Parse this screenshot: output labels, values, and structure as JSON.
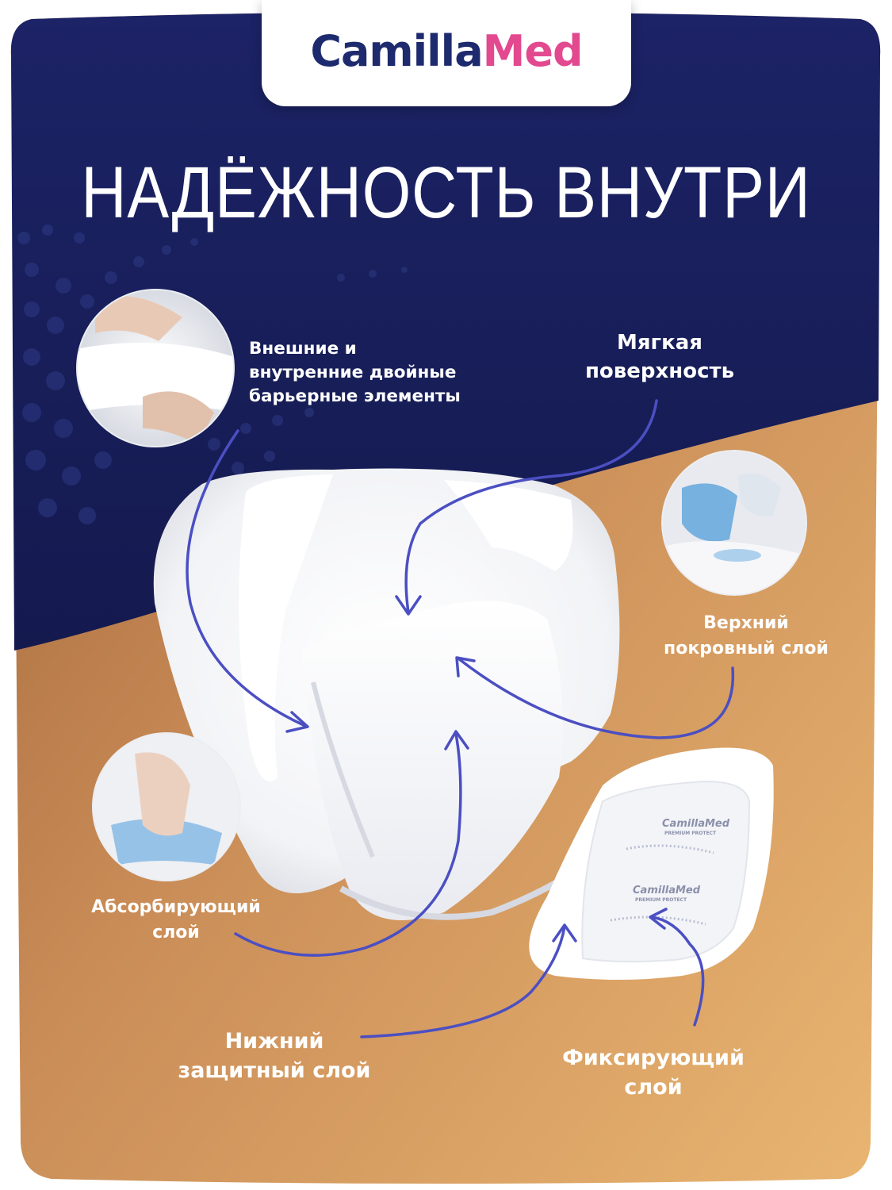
{
  "brand": {
    "name_part1": "Camilla",
    "name_part2": "Med",
    "pad_print": "CamillaMed",
    "pad_subprint": "PREMIUM PROTECT"
  },
  "headline": "НАДЁЖНОСТЬ ВНУТРИ",
  "labels": {
    "outer_barriers": "Внешние и\nвнутренние двойные\nбарьерные элементы",
    "soft_surface": "Мягкая\nповерхность",
    "top_layer": "Верхний\nпокровный слой",
    "absorbent_layer": "Абсорбирующий\nслой",
    "bottom_layer": "Нижний\nзащитный слой",
    "fixing_layer": "Фиксирующий\nслой"
  },
  "colors": {
    "navy": "#1b1f5c",
    "gold": "#d49a5c",
    "arrow": "#4b4fc2",
    "logo_navy": "#1d2a6e",
    "logo_pink": "#e2498f"
  },
  "icons": {
    "photo_top_left": "hand-stretching-barrier-photo",
    "photo_right": "pouring-liquid-photo",
    "photo_left": "hand-pressing-absorbent-photo",
    "arrows": "curved-pointer-arrow"
  }
}
